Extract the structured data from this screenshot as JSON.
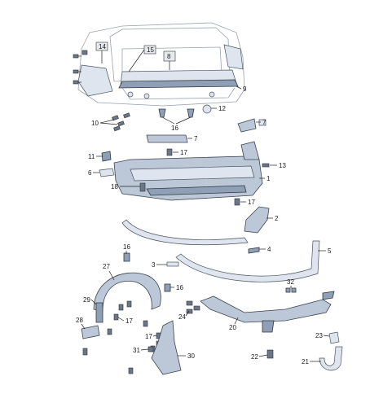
{
  "callouts": [
    {
      "id": "c14",
      "text": "14"
    },
    {
      "id": "c15",
      "text": "15"
    },
    {
      "id": "c8",
      "text": "8"
    },
    {
      "id": "c9",
      "text": "9"
    },
    {
      "id": "c12",
      "text": "12"
    },
    {
      "id": "c10",
      "text": "10"
    },
    {
      "id": "c16a",
      "text": "16"
    },
    {
      "id": "c7a",
      "text": "7"
    },
    {
      "id": "c7b",
      "text": "7"
    },
    {
      "id": "c11",
      "text": "11"
    },
    {
      "id": "c17a",
      "text": "17"
    },
    {
      "id": "c13",
      "text": "13"
    },
    {
      "id": "c6",
      "text": "6"
    },
    {
      "id": "c1",
      "text": "1"
    },
    {
      "id": "c18",
      "text": "18"
    },
    {
      "id": "c17b",
      "text": "17"
    },
    {
      "id": "c2",
      "text": "2"
    },
    {
      "id": "c16b",
      "text": "16"
    },
    {
      "id": "c4",
      "text": "4"
    },
    {
      "id": "c5",
      "text": "5"
    },
    {
      "id": "c3",
      "text": "3"
    },
    {
      "id": "c27",
      "text": "27"
    },
    {
      "id": "c16c",
      "text": "16"
    },
    {
      "id": "c32",
      "text": "32"
    },
    {
      "id": "c29",
      "text": "29"
    },
    {
      "id": "c17c",
      "text": "17"
    },
    {
      "id": "c24",
      "text": "24"
    },
    {
      "id": "c28",
      "text": "28"
    },
    {
      "id": "c20",
      "text": "20"
    },
    {
      "id": "c17d",
      "text": "17"
    },
    {
      "id": "c23",
      "text": "23"
    },
    {
      "id": "c31",
      "text": "31"
    },
    {
      "id": "c30",
      "text": "30"
    },
    {
      "id": "c22",
      "text": "22"
    },
    {
      "id": "c21",
      "text": "21"
    }
  ]
}
